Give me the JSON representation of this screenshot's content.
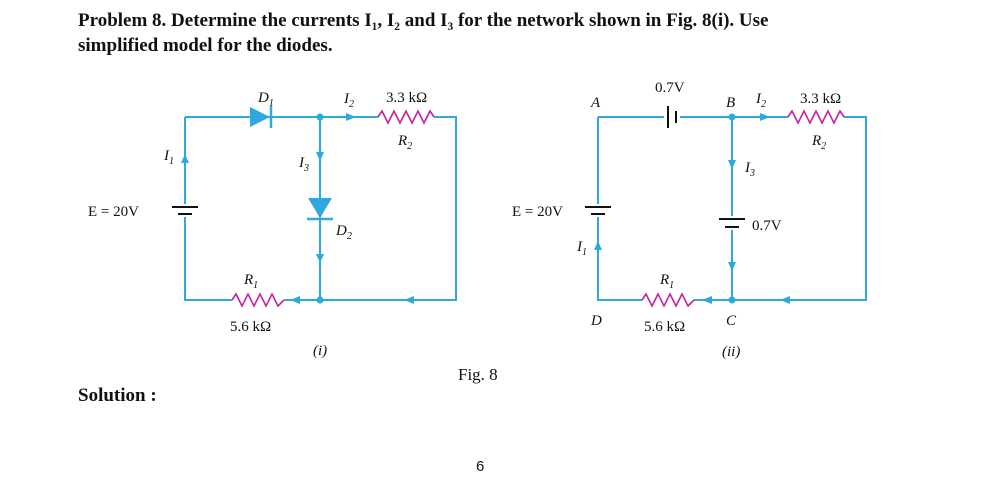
{
  "problem": {
    "line1": "Problem 8. Determine the currents I₁, I₂ and I₃ for the network shown in Fig. 8(i). Use",
    "line2": "simplified model for the diodes."
  },
  "figure": {
    "caption": "Fig. 8",
    "circuit_i": {
      "label": "(i)",
      "source": "E = 20V",
      "diode1": "D",
      "diode1_sub": "1",
      "diode2": "D",
      "diode2_sub": "2",
      "r1_name": "R",
      "r1_sub": "1",
      "r1_value": "5.6 kΩ",
      "r2_name": "R",
      "r2_sub": "2",
      "r2_value": "3.3 kΩ",
      "i1": "I",
      "i1_sub": "1",
      "i2": "I",
      "i2_sub": "2",
      "i3": "I",
      "i3_sub": "3"
    },
    "circuit_ii": {
      "label": "(ii)",
      "source": "E = 20V",
      "drop_top": "0.7V",
      "drop_branch": "0.7V",
      "node_a": "A",
      "node_b": "B",
      "node_c": "C",
      "node_d": "D",
      "r1_name": "R",
      "r1_sub": "1",
      "r1_value": "5.6 kΩ",
      "r2_name": "R",
      "r2_sub": "2",
      "r2_value": "3.3 kΩ",
      "i1": "I",
      "i1_sub": "1",
      "i2": "I",
      "i2_sub": "2",
      "i3": "I",
      "i3_sub": "3"
    }
  },
  "solution_label": "Solution :",
  "page_number": "6",
  "colors": {
    "wire": "#2ea8df",
    "resistor": "#c2229a",
    "text": "#111111"
  }
}
